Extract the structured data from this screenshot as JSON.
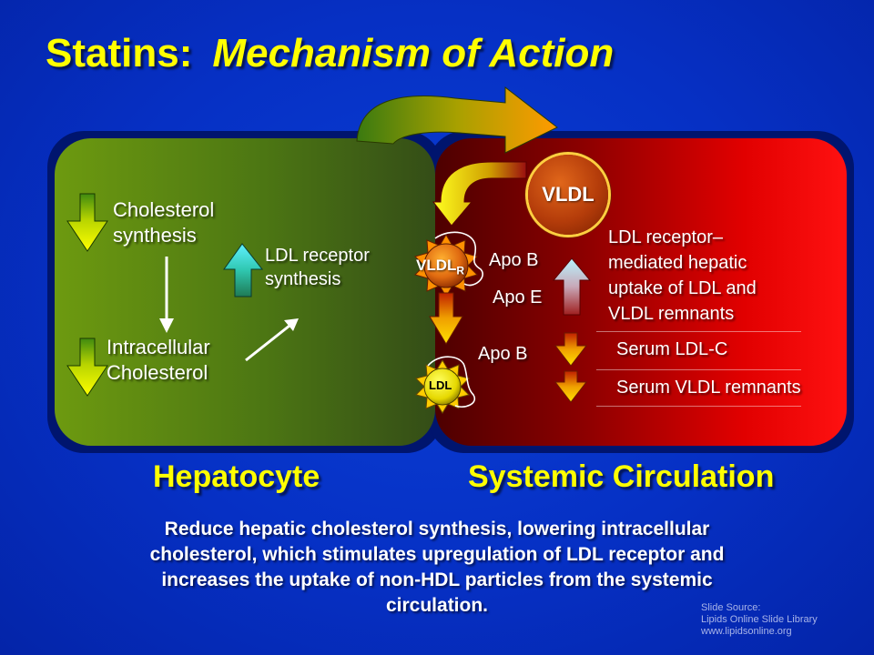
{
  "title": {
    "main": "Statins:",
    "sub": "Mechanism of Action"
  },
  "hepatocyte": {
    "cholesterol_synthesis": [
      "Cholesterol",
      "synthesis"
    ],
    "intracellular_cholesterol": [
      "Intracellular",
      "Cholesterol"
    ],
    "ldl_receptor_synthesis": [
      "LDL receptor",
      "synthesis"
    ],
    "label": "Hepatocyte"
  },
  "circulation": {
    "vldl": "VLDL",
    "vldlr_main": "VLDL",
    "vldlr_sub": "R",
    "ldl": "LDL",
    "apo_b_1": "Apo B",
    "apo_e": "Apo E",
    "apo_b_2": "Apo B",
    "uptake": [
      "LDL receptor–",
      "mediated hepatic",
      "uptake of LDL and",
      "VLDL remnants"
    ],
    "serum_ldl": "Serum LDL-C",
    "serum_vldl": "Serum VLDL remnants",
    "label": "Systemic Circulation"
  },
  "summary": [
    "Reduce hepatic cholesterol synthesis, lowering intracellular",
    "cholesterol, which stimulates upregulation of LDL receptor and",
    "increases the uptake of non-HDL particles from the systemic",
    "circulation."
  ],
  "source": [
    "Slide Source:",
    "Lipids Online Slide Library",
    "www.lipidsonline.org"
  ],
  "colors": {
    "background": "#0630c4",
    "title": "#ffff00",
    "hepatocyte_panel": "#5b8a12",
    "circulation_panel": "#e10000",
    "down_arrow": "#e8e000",
    "up_arrow": "#33e0e0"
  }
}
